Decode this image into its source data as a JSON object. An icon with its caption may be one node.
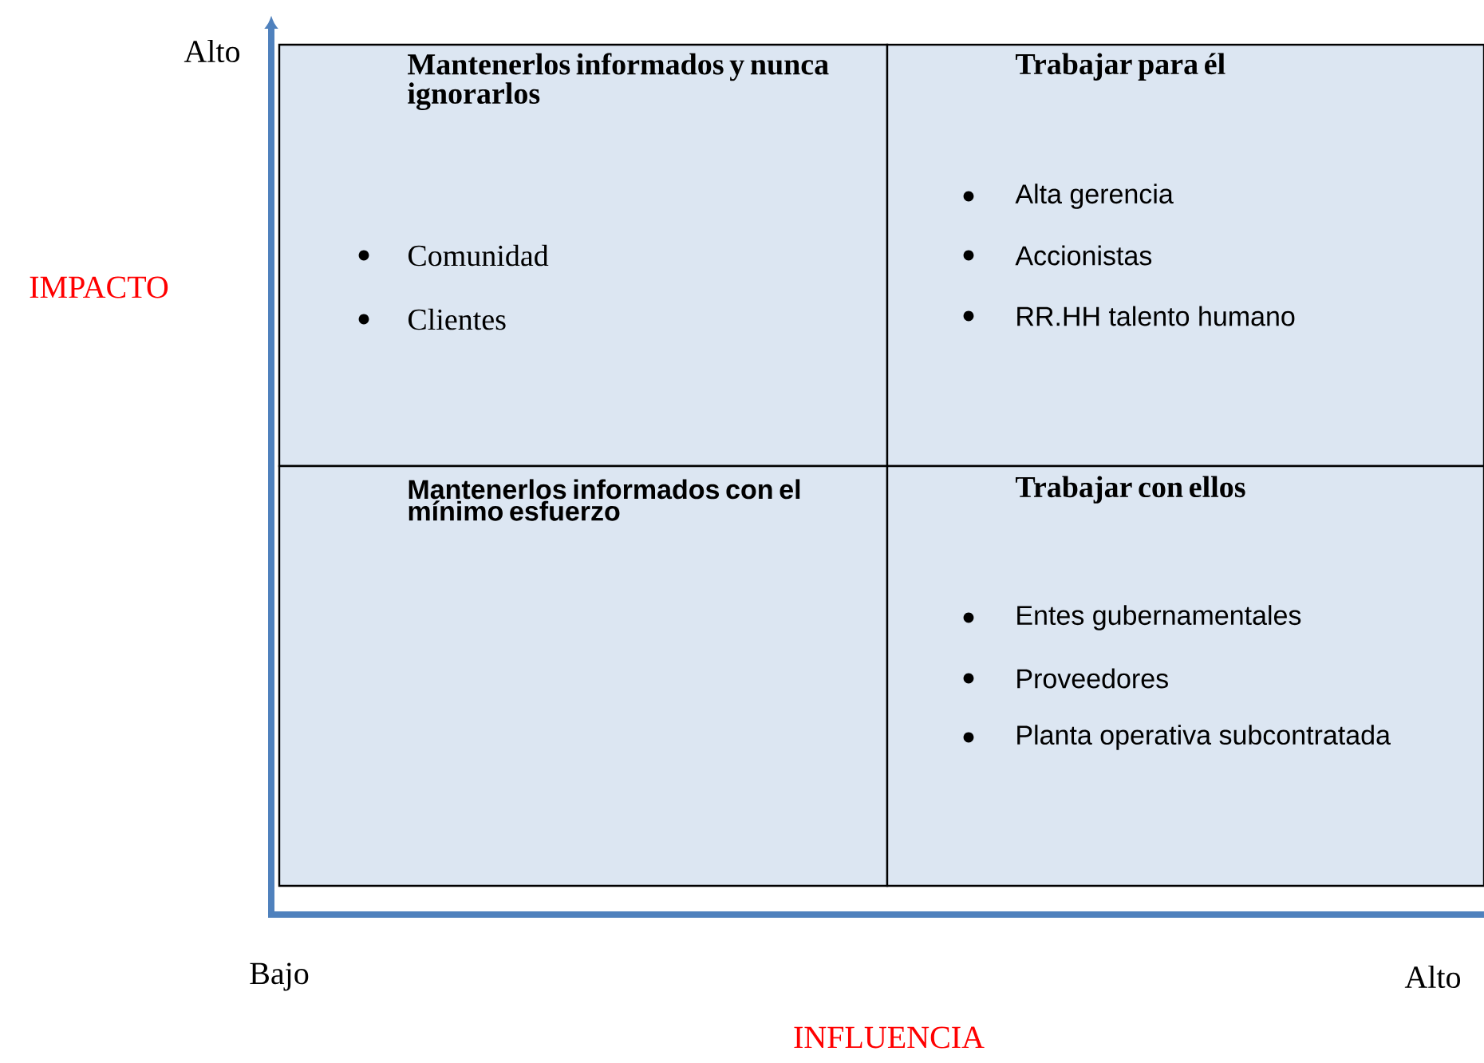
{
  "diagram": {
    "nodes": [
      {
        "text": [
          "Mantenerlos informados y nunca ignorarlos",
          "Comunidad",
          "Clientes"
        ]
      },
      {
        "text": [
          "Trabajar para él",
          "Alta gerencia",
          "Accionistas",
          "RR.HH talento humano"
        ]
      },
      {
        "text": [
          "Mantenerlos informados con el mínimo esfuerzo"
        ]
      },
      {
        "text": [
          "Trabajar con ellos",
          "Entes gubernamentales",
          "Proveedores",
          "Planta operativa subcontratada"
        ]
      }
    ],
    "labels": [
      "Alto",
      "IMPACTO",
      "Bajo",
      "Alto",
      "INFLUENCIA"
    ]
  }
}
